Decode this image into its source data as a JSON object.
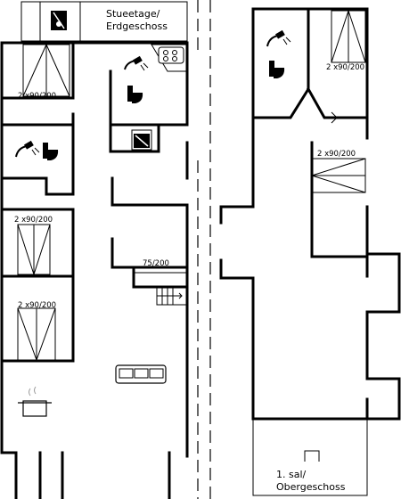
{
  "ground_floor": {
    "title_line1": "Stueetage/",
    "title_line2": "Erdgeschoss",
    "beds": [
      {
        "label": "2 x90/200"
      },
      {
        "label": "2 x90/200"
      },
      {
        "label": "2 x90/200"
      }
    ],
    "bed_75": {
      "label": "75/200"
    }
  },
  "upper_floor": {
    "title_line1": "1. sal/",
    "title_line2": "Obergeschoss",
    "beds": [
      {
        "label": "2 x90/200"
      },
      {
        "label": "2 x90/200"
      }
    ]
  },
  "icons": {
    "shower": "shower-icon",
    "toilet": "toilet-icon",
    "sink": "sink-icon",
    "stove": "stove-icon",
    "sofa": "sofa-icon",
    "pot": "cooking-pot-icon",
    "stairs": "stairs-icon"
  }
}
